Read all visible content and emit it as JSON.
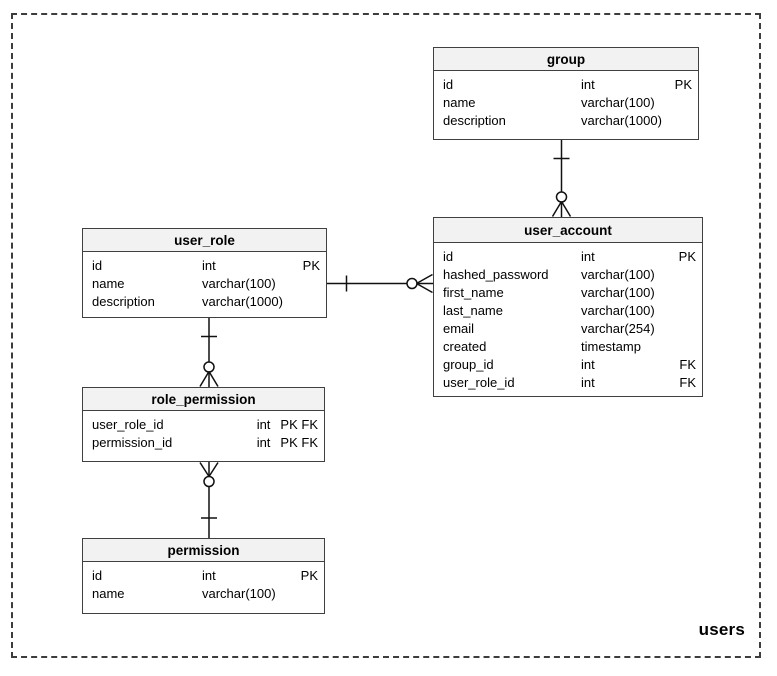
{
  "diagram": {
    "boundary_label": "users",
    "notation": "crow-foot",
    "header_fill": "#f2f2f2",
    "border_color": "#404040",
    "line_color": "#111111"
  },
  "tables": {
    "group": {
      "title": "group",
      "rows": [
        {
          "name": "id",
          "type": "int",
          "key": "PK"
        },
        {
          "name": "name",
          "type": "varchar(100)",
          "key": ""
        },
        {
          "name": "description",
          "type": "varchar(1000)",
          "key": ""
        }
      ]
    },
    "user_account": {
      "title": "user_account",
      "rows": [
        {
          "name": "id",
          "type": "int",
          "key": "PK"
        },
        {
          "name": "hashed_password",
          "type": "varchar(100)",
          "key": ""
        },
        {
          "name": "first_name",
          "type": "varchar(100)",
          "key": ""
        },
        {
          "name": "last_name",
          "type": "varchar(100)",
          "key": ""
        },
        {
          "name": "email",
          "type": "varchar(254)",
          "key": ""
        },
        {
          "name": "created",
          "type": "timestamp",
          "key": ""
        },
        {
          "name": "group_id",
          "type": "int",
          "key": "FK"
        },
        {
          "name": "user_role_id",
          "type": "int",
          "key": "FK"
        }
      ]
    },
    "user_role": {
      "title": "user_role",
      "rows": [
        {
          "name": "id",
          "type": "int",
          "key": "PK"
        },
        {
          "name": "name",
          "type": "varchar(100)",
          "key": ""
        },
        {
          "name": "description",
          "type": "varchar(1000)",
          "key": ""
        }
      ]
    },
    "role_permission": {
      "title": "role_permission",
      "rows": [
        {
          "name": "user_role_id",
          "type": "int",
          "key": "PK FK"
        },
        {
          "name": "permission_id",
          "type": "int",
          "key": "PK FK"
        }
      ]
    },
    "permission": {
      "title": "permission",
      "rows": [
        {
          "name": "id",
          "type": "int",
          "key": "PK"
        },
        {
          "name": "name",
          "type": "varchar(100)",
          "key": ""
        }
      ]
    }
  },
  "relationships": [
    {
      "from": "group",
      "to": "user_account",
      "from_cardinality": "one",
      "to_cardinality": "zero-or-many"
    },
    {
      "from": "user_role",
      "to": "user_account",
      "from_cardinality": "one",
      "to_cardinality": "zero-or-many"
    },
    {
      "from": "user_role",
      "to": "role_permission",
      "from_cardinality": "one",
      "to_cardinality": "zero-or-many"
    },
    {
      "from": "permission",
      "to": "role_permission",
      "from_cardinality": "one",
      "to_cardinality": "zero-or-many"
    }
  ]
}
